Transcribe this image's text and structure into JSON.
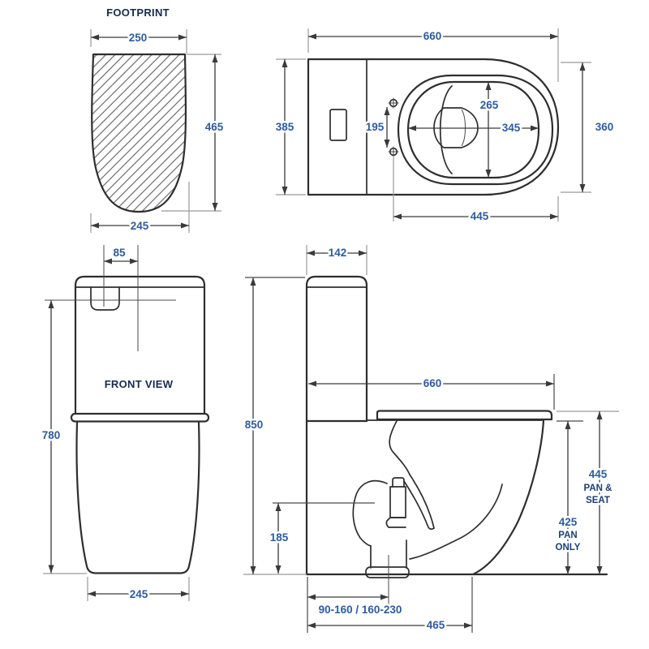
{
  "colors": {
    "line": "#2e2e2e",
    "dimension_number_text": "#2d5c9e",
    "dimension_word_text": "#1f3f73",
    "view_title_text": "#172b4d"
  },
  "views": {
    "footprint": {
      "title": "FOOTPRINT",
      "dims": {
        "top_width": "250",
        "side_height": "465",
        "bottom_width": "245"
      }
    },
    "top_view": {
      "dims": {
        "overall_length": "660",
        "body_width": "385",
        "pan_width": "360",
        "seat_fixing_centres": "195",
        "bowl_inner_width": "265",
        "bowl_inner_length": "345",
        "fixing_to_front": "445"
      }
    },
    "front_view": {
      "title": "FRONT VIEW",
      "dims": {
        "button_offset": "85",
        "cistern_height": "780",
        "base_width": "245"
      }
    },
    "side_view": {
      "dims": {
        "cistern_depth": "142",
        "overall_height": "850",
        "wall_to_front": "660",
        "trap_centre_height": "185",
        "outlet_setout_range": "90-160 / 160-230",
        "base_depth": "465",
        "pan_seat_height": {
          "value": "445",
          "word1": "PAN &",
          "word2": "SEAT"
        },
        "pan_only_height": {
          "value": "425",
          "word1": "PAN",
          "word2": "ONLY"
        }
      }
    }
  }
}
